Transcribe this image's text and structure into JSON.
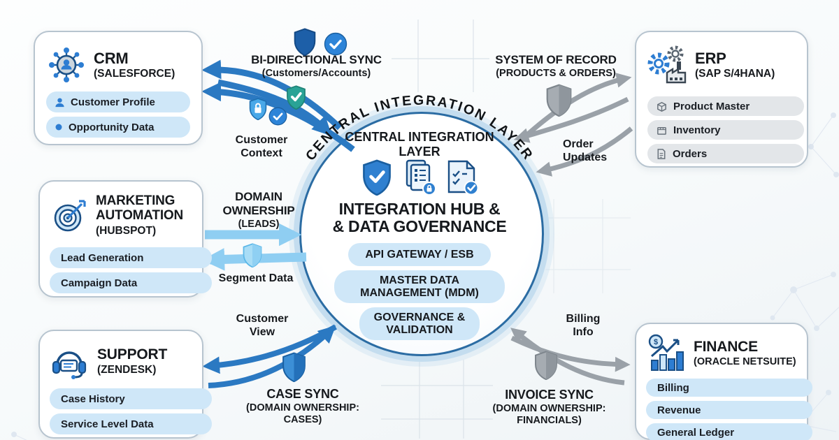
{
  "systems": {
    "crm": {
      "title": "CRM",
      "subtitle": "(SALESFORCE)",
      "items": [
        "Customer Profile",
        "Opportunity Data"
      ]
    },
    "erp": {
      "title": "ERP",
      "subtitle": "(SAP S/4HANA)",
      "items": [
        "Product Master",
        "Inventory",
        "Orders"
      ]
    },
    "marketing": {
      "title": "MARKETING AUTOMATION",
      "subtitle": "(HUBSPOT)",
      "items": [
        "Lead Generation",
        "Campaign Data"
      ]
    },
    "support": {
      "title": "SUPPORT",
      "subtitle": "(ZENDESK)",
      "items": [
        "Case History",
        "Service Level Data"
      ]
    },
    "finance": {
      "title": "FINANCE",
      "subtitle": "(ORACLE NETSUITE)",
      "items": [
        "Billing",
        "Revenue",
        "General Ledger"
      ]
    }
  },
  "hub": {
    "arc_label": "CENTRAL INTEGRATION LAYER",
    "heading": "CENTRAL INTEGRATION LAYER",
    "title_line1": "INTEGRATION HUB &",
    "title_line2": "& DATA GOVERNANCE",
    "pills": [
      "API GATEWAY / ESB",
      "MASTER DATA MANAGEMENT (MDM)",
      "GOVERNANCE & VALIDATION"
    ]
  },
  "connections": {
    "bi_directional_sync": {
      "label": "BI-DIRECTIONAL SYNC",
      "sublabel": "(Customers/Accounts)"
    },
    "customer_context": "Customer Context",
    "system_of_record": {
      "label": "SYSTEM OF RECORD",
      "sublabel": "(PRODUCTS & ORDERS)"
    },
    "order_updates": "Order Updates",
    "domain_ownership": {
      "label": "DOMAIN OWNERSHIP",
      "sublabel": "(LEADS)"
    },
    "segment_data": "Segment Data",
    "customer_view": "Customer View",
    "case_sync": {
      "label": "CASE SYNC",
      "sublabel": "(DOMAIN OWNERSHIP: CASES)"
    },
    "billing_info": "Billing Info",
    "invoice_sync": {
      "label": "INVOICE SYNC",
      "sublabel": "(DOMAIN OWNERSHIP: FINANCIALS)"
    }
  },
  "colors": {
    "arrow-blue": "#2b79c2",
    "arrow-lightblue": "#8fcef2",
    "arrow-gray": "#9aa1a8",
    "hub-ring": "#2b6ca3",
    "hub-glow": "#c4ddef",
    "pill-blue": "#cfe7f8",
    "pill-gray": "#e3e6e9",
    "shield-teal": "#2aa396",
    "icon-blue": "#2d7dd2",
    "text-dark": "#16191d"
  }
}
